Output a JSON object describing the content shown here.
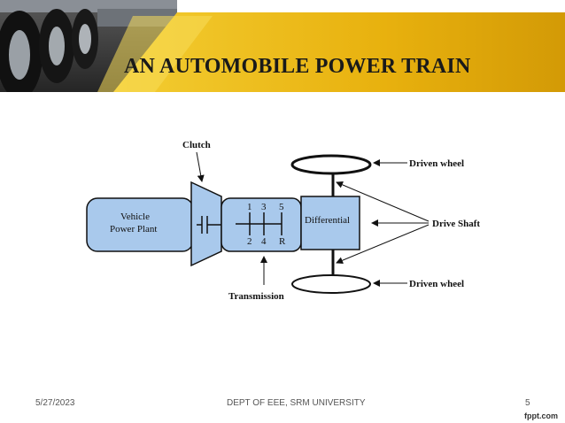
{
  "slide": {
    "title": "AN AUTOMOBILE POWER TRAIN",
    "footer_date": "5/27/2023",
    "footer_center": "DEPT OF EEE, SRM UNIVERSITY",
    "page_number": "5",
    "brand": "fppt.com"
  },
  "diagram": {
    "clutch_label": "Clutch",
    "vehicle_line1": "Vehicle",
    "vehicle_line2": "Power Plant",
    "gear_top": [
      "1",
      "3",
      "5"
    ],
    "gear_bottom": [
      "2",
      "4",
      "R"
    ],
    "differential_label": "Differential",
    "driven_wheel_top": "Driven wheel",
    "driven_wheel_bottom": "Driven wheel",
    "drive_shaft_label": "Drive Shaft",
    "transmission_label": "Transmission"
  },
  "colors": {
    "block_fill": "#a9c9ec",
    "banner_gold": "#e8b10e",
    "banner_dark": "#3a3a3a"
  }
}
